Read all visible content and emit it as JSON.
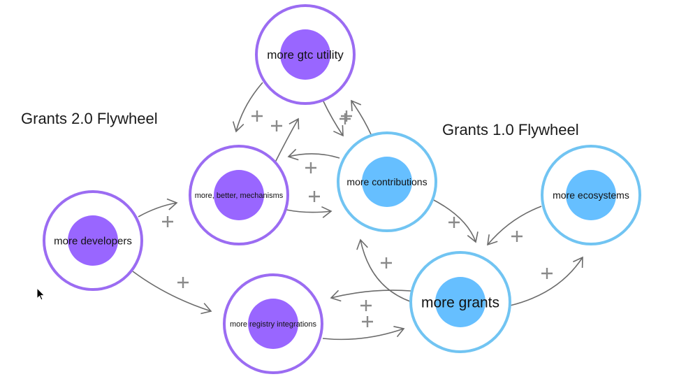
{
  "titles": {
    "left": "Grants 2.0 Flywheel",
    "right": "Grants 1.0 Flywheel"
  },
  "colors": {
    "purple": "#9b6cf2",
    "purple_fill": "#9966ff",
    "blue": "#71c4f2",
    "blue_fill": "#66bfff",
    "edge": "#6b6b6b",
    "plus": "#8a8a8a"
  },
  "nodes": [
    {
      "id": "gtc-utility",
      "label": "more gtc utility",
      "group": "grants-2.0",
      "color": "purple"
    },
    {
      "id": "mechanisms",
      "label": "more, better, mechanisms",
      "group": "grants-2.0",
      "color": "purple"
    },
    {
      "id": "developers",
      "label": "more developers",
      "group": "grants-2.0",
      "color": "purple"
    },
    {
      "id": "registry-integrations",
      "label": "more registry integrations",
      "group": "grants-2.0",
      "color": "purple"
    },
    {
      "id": "contributions",
      "label": "more contributions",
      "group": "grants-1.0",
      "color": "blue"
    },
    {
      "id": "ecosystems",
      "label": "more ecosystems",
      "group": "grants-1.0",
      "color": "blue"
    },
    {
      "id": "grants",
      "label": "more grants",
      "group": "grants-1.0",
      "color": "blue"
    }
  ],
  "edges": [
    {
      "from": "gtc-utility",
      "to": "mechanisms",
      "sign": "+"
    },
    {
      "from": "mechanisms",
      "to": "gtc-utility",
      "sign": "+"
    },
    {
      "from": "gtc-utility",
      "to": "contributions",
      "sign": "+"
    },
    {
      "from": "contributions",
      "to": "gtc-utility",
      "sign": "+"
    },
    {
      "from": "contributions",
      "to": "mechanisms",
      "sign": "+"
    },
    {
      "from": "mechanisms",
      "to": "contributions",
      "sign": "+"
    },
    {
      "from": "developers",
      "to": "mechanisms",
      "sign": "+"
    },
    {
      "from": "developers",
      "to": "registry-integrations",
      "sign": "+"
    },
    {
      "from": "contributions",
      "to": "grants",
      "sign": "+"
    },
    {
      "from": "ecosystems",
      "to": "grants",
      "sign": "+"
    },
    {
      "from": "grants",
      "to": "ecosystems",
      "sign": "+"
    },
    {
      "from": "grants",
      "to": "contributions",
      "sign": "+"
    },
    {
      "from": "grants",
      "to": "registry-integrations",
      "sign": "+"
    },
    {
      "from": "registry-integrations",
      "to": "grants",
      "sign": "+"
    }
  ]
}
